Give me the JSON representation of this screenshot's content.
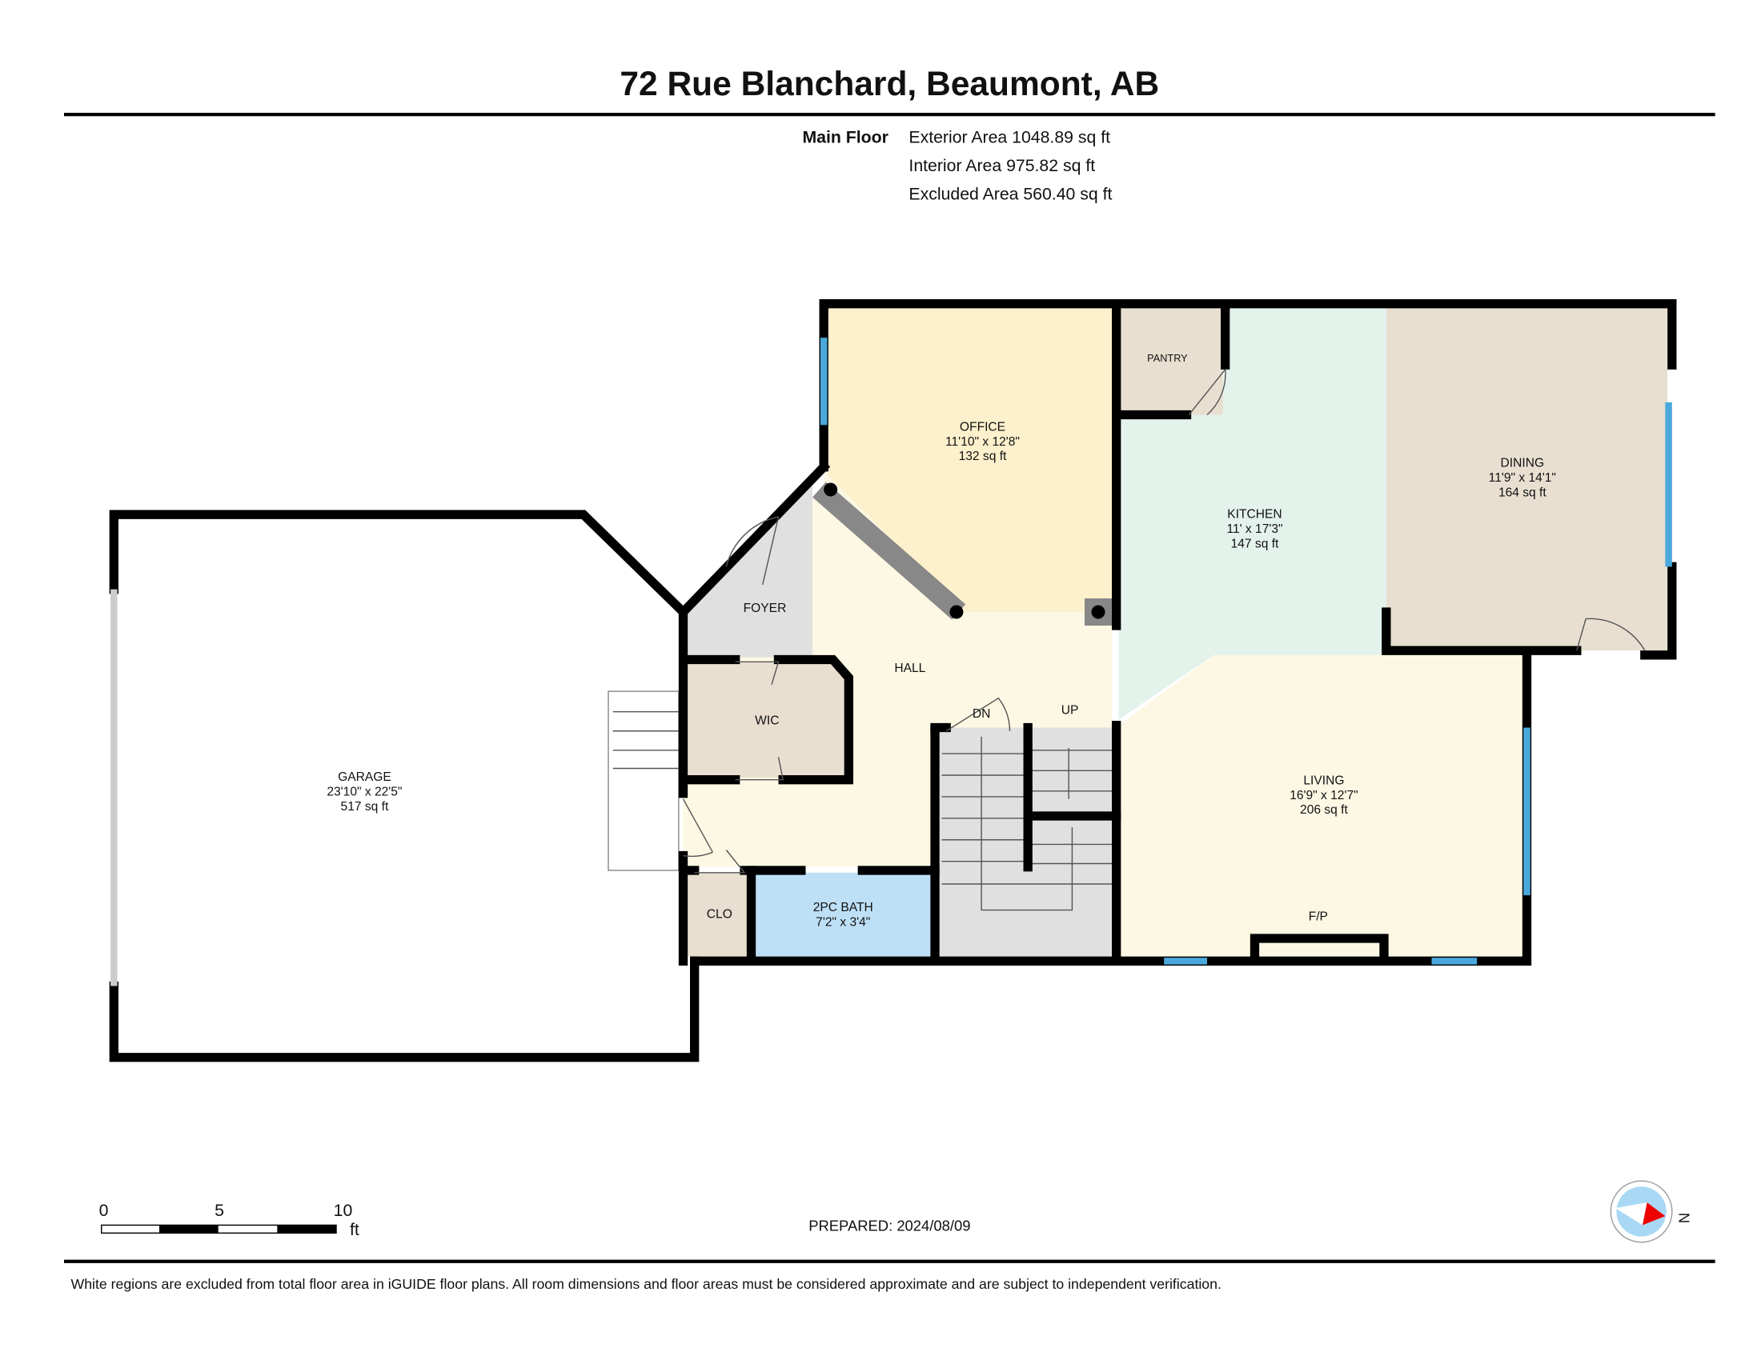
{
  "title": "72 Rue Blanchard, Beaumont, AB",
  "floor": {
    "name": "Main Floor",
    "exterior": "Exterior Area 1048.89 sq ft",
    "interior": "Interior Area 975.82 sq ft",
    "excluded": "Excluded Area 560.40 sq ft"
  },
  "rooms": {
    "office": {
      "name": "OFFICE",
      "dims": "11'10\" x 12'8\"",
      "area": "132 sq ft"
    },
    "kitchen": {
      "name": "KITCHEN",
      "dims": "11' x 17'3\"",
      "area": "147 sq ft"
    },
    "dining": {
      "name": "DINING",
      "dims": "11'9\" x 14'1\"",
      "area": "164 sq ft"
    },
    "living": {
      "name": "LIVING",
      "dims": "16'9\" x 12'7\"",
      "area": "206 sq ft"
    },
    "garage": {
      "name": "GARAGE",
      "dims": "23'10\" x 22'5\"",
      "area": "517 sq ft"
    },
    "bath": {
      "name": "2PC BATH",
      "dims": "7'2\" x 3'4\""
    },
    "pantry": "PANTRY",
    "foyer": "FOYER",
    "hall": "HALL",
    "wic": "WIC",
    "clo": "CLO",
    "dn": "DN",
    "up": "UP",
    "fp": "F/P"
  },
  "scale": {
    "ticks": [
      "0",
      "5",
      "10"
    ],
    "unit": "ft"
  },
  "prepared": "PREPARED: 2024/08/09",
  "compass_label": "N",
  "colors": {
    "office": "#fdf0cc",
    "hall": "#fdf8e4",
    "kitchen": "#e4f2ec",
    "dining": "#e8dfd1",
    "bath": "#bde0f7",
    "foyer": "#e0e0e0",
    "window": "#4aa8dc"
  },
  "footer": "White regions are excluded from total floor area in iGUIDE floor plans. All room dimensions and floor areas must be considered approximate and are subject to independent verification."
}
